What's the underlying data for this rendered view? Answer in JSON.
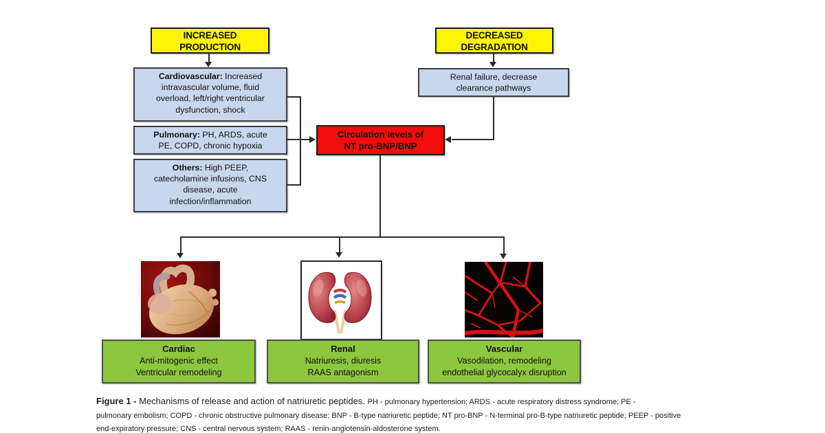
{
  "figure": {
    "boxes": {
      "increased": {
        "l1": "INCREASED",
        "l2": "PRODUCTION"
      },
      "decreased": {
        "l1": "DECREASED",
        "l2": "DEGRADATION"
      },
      "cardiovascular": {
        "lead": "Cardiovascular:",
        "l1": " Increased",
        "l2": "intravascular volume, fluid",
        "l3": "overload, left/right ventricular",
        "l4": "dysfunction, shock"
      },
      "pulmonary": {
        "lead": "Pulmonary:",
        "l1": " PH, ARDS, acute",
        "l2": "PE, COPD, chronic hypoxia"
      },
      "others": {
        "lead": "Others:",
        "l1": " High PEEP,",
        "l2": "catecholamine infusions, CNS",
        "l3": "disease, acute",
        "l4": "infection/inflammation"
      },
      "renal_failure": {
        "l1": "Renal failure, decrease",
        "l2": "clearance pathways"
      },
      "circulation": {
        "l1": "Circulation levels of",
        "l2": "NT pro-BNP/BNP"
      },
      "cardiac": {
        "title": "Cardiac",
        "l1": "Anti-mitogenic effect",
        "l2": "Ventricular remodeling"
      },
      "renal": {
        "title": "Renal",
        "l1": "Natriuresis, diuresis",
        "l2": "RAAS antagonism"
      },
      "vascular": {
        "title": "Vascular",
        "l1": "Vasodilation, remodeling",
        "l2": "endothelial glycocalyx disruption"
      }
    },
    "images": {
      "heart": "heart anatomical illustration",
      "kidneys": "kidneys anatomical illustration",
      "vessels": "vascular capillary network micrograph"
    },
    "caption": {
      "fig": "Figure 1 - ",
      "main": "Mechanisms of release and action of natriuretic peptides. ",
      "abbr1": "PH - pulmonary hypertension; ARDS - acute respiratory distress syndrome; PE -",
      "abbr2": "pulmonary embolism; COPD - chronic obstructive pulmonary disease; BNP - B-type natriuretic peptide; NT pro-BNP - N-terminal pro-B-type natriuretic peptide; PEEP - positive",
      "abbr3": "end-expiratory pressure; CNS - central nervous system; RAAS - renin-angiotensin-aldosterone system."
    },
    "colors": {
      "production_degradation_boxes": "#FCF403",
      "cause_boxes": "#C7D7ED",
      "circulation_box": "#F20C0C",
      "effect_boxes": "#8DC63F",
      "connectors": "#2B2B2B",
      "background": "#FFFFFF"
    }
  }
}
